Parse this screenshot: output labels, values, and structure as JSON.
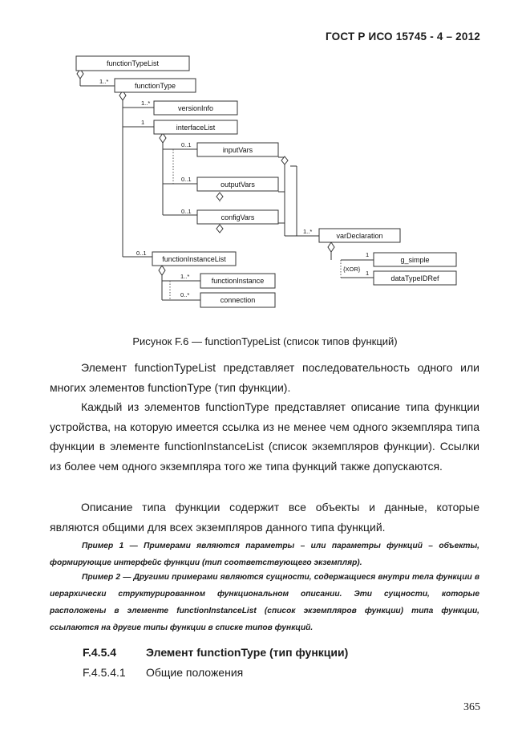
{
  "header": {
    "standard": "ГОСТ Р ИСО 15745 - 4 – 2012"
  },
  "diagram": {
    "nodes": {
      "functionTypeList": "functionTypeList",
      "functionType": "functionType",
      "versionInfo": "versionInfo",
      "interfaceList": "interfaceList",
      "inputVars": "inputVars",
      "outputVars": "outputVars",
      "configVars": "configVars",
      "varDeclaration": "varDeclaration",
      "g_simple": "g_simple",
      "dataTypeIDRef": "dataTypeIDRef",
      "functionInstanceList": "functionInstanceList",
      "functionInstance": "functionInstance",
      "connection": "connection"
    },
    "cardinalities": {
      "functionType": "1..*",
      "versionInfo": "1..*",
      "interfaceList": "1",
      "inputVars": "0..1",
      "outputVars": "0..1",
      "configVars": "0..1",
      "varDeclaration": "1..*",
      "g_simple": "1",
      "dataTypeIDRef": "1",
      "choice": "{XOR}",
      "functionInstanceList": "0..1",
      "functionInstance": "1..*",
      "connection": "0..*"
    }
  },
  "caption": "Рисунок F.6 — functionTypeList (список типов функций)",
  "paragraphs": [
    "Элемент functionTypeList представляет последовательность одного или многих элементов functionType (тип функции).",
    "Каждый из элементов functionType представляет описание типа функции устройства, на которую имеется ссылка из не менее чем одного экземпляра типа функции в элементе functionInstanceList (список экземпляров функции). Ссылки из более чем одного экземпляра того же типа функций также допускаются.",
    "Описание типа функции содержит все объекты и данные, которые являются общими для всех экземпляров данного типа функций."
  ],
  "notes": [
    "Пример 1 — Примерами являются параметры – или параметры функций – объекты, формирующие интерфейс функции (тип соответствующего экземпляр).",
    "Пример 2 — Другими примерами являются сущности, содержащиеся внутри тела функции в иерархически структурированном функциональном описании. Эти сущности, которые расположены в элементе functionInstanceList (список экземпляров функции) типа функции, ссылаются на другие типы функции в списке типов функций."
  ],
  "section": {
    "number": "F.4.5.4",
    "title": "Элемент functionType (тип функции)"
  },
  "subsection": {
    "number": "F.4.5.4.1",
    "title": "Общие положения"
  },
  "page_number": "365"
}
